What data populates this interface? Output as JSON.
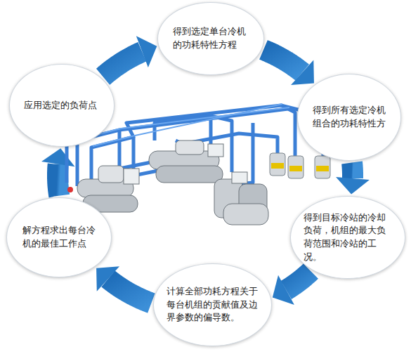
{
  "diagram": {
    "nodes": [
      {
        "text": [
          "得到选定单台冷机的功耗特性方程"
        ]
      },
      {
        "text": [
          "得到所有选定冷机组合的功耗特性方"
        ]
      },
      {
        "text": [
          "得到目标冷站的冷却负荷，机组的最大负荷范围和冷站的工况。"
        ]
      },
      {
        "text": [
          "计算全部功耗方程关于每台机组的贡献值及边界参数的偏导数。"
        ]
      },
      {
        "text": [
          "解方程求出每台冷机的最佳工作点"
        ]
      },
      {
        "text": [
          "应用选定的负荷点"
        ]
      }
    ],
    "edges": [
      {
        "from": 0,
        "to": 1,
        "arrow": "to"
      },
      {
        "from": 1,
        "to": 2,
        "arrow": "to"
      },
      {
        "from": 2,
        "to": 3,
        "arrow": "to"
      },
      {
        "from": 3,
        "to": 4,
        "arrow": "to"
      },
      {
        "from": 4,
        "to": 5,
        "arrow": "to"
      },
      {
        "from": 5,
        "to": 0,
        "arrow": "to"
      }
    ]
  }
}
